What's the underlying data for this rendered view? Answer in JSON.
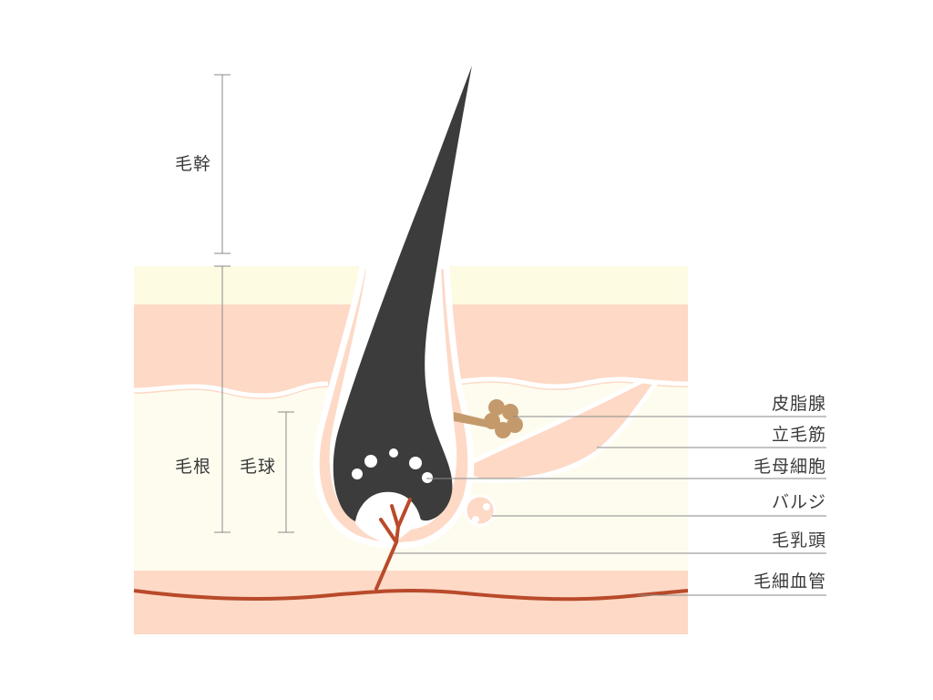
{
  "labels_left": {
    "hair_shaft": "毛幹",
    "hair_root": "毛根",
    "hair_bulb": "毛球"
  },
  "labels_right": {
    "sebaceous_gland": "皮脂腺",
    "arrector_pili": "立毛筋",
    "hair_matrix_cell": "毛母細胞",
    "bulge": "バルジ",
    "dermal_papilla": "毛乳頭",
    "capillary": "毛細血管"
  },
  "colors": {
    "epidermis": "#fdfbe2",
    "dermis": "#fdd9c6",
    "subcutis": "#fefcef",
    "hair": "#3c3c3c",
    "sheath": "#ffffff",
    "sebaceous": "#c49a6c",
    "vessel": "#b94a2a",
    "leader": "#8a8a8a",
    "text": "#3a3a3a"
  }
}
